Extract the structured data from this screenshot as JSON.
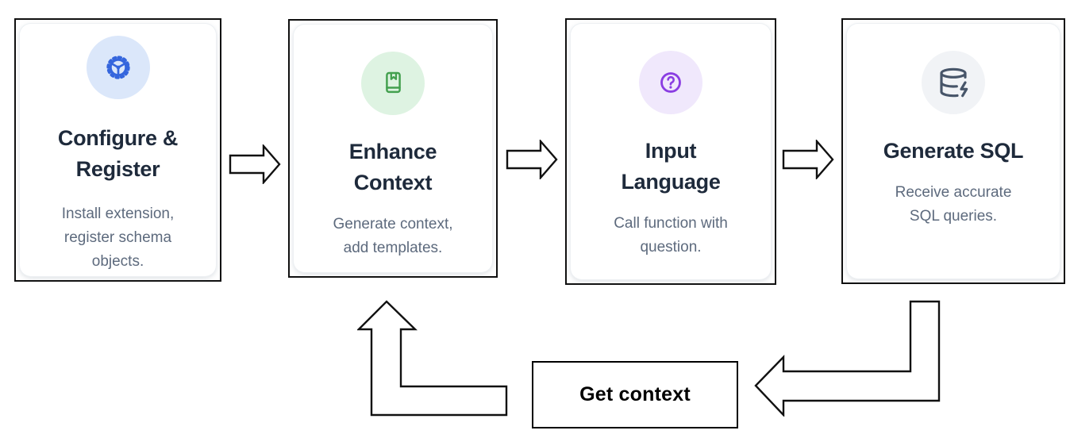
{
  "diagram": {
    "type": "flow",
    "loop_label": "Get context",
    "steps": [
      {
        "title": "Configure & Register",
        "title_lines": [
          "Configure &",
          "Register"
        ],
        "description": "Install extension, register schema objects.",
        "desc_lines": [
          "Install extension,",
          "register schema",
          "objects."
        ],
        "icon": "gear-icon",
        "accent": "#3566dd",
        "accent_bg": "#dbe7fa"
      },
      {
        "title": "Enhance Context",
        "title_lines": [
          "Enhance",
          "Context"
        ],
        "description": "Generate context, add templates.",
        "desc_lines": [
          "Generate context,",
          "add templates."
        ],
        "icon": "book-icon",
        "accent": "#43a04f",
        "accent_bg": "#def3e2"
      },
      {
        "title": "Input Language",
        "title_lines": [
          "Input",
          "Language"
        ],
        "description": "Call function with question.",
        "desc_lines": [
          "Call function with",
          "question."
        ],
        "icon": "question-icon",
        "accent": "#8a3de2",
        "accent_bg": "#f0e8fc"
      },
      {
        "title": "Generate SQL",
        "title_lines": [
          "Generate SQL"
        ],
        "description": "Receive accurate SQL queries.",
        "desc_lines": [
          "Receive accurate",
          "SQL queries."
        ],
        "icon": "database-zap-icon",
        "accent": "#475569",
        "accent_bg": "#f1f3f6"
      }
    ],
    "colors": {
      "card_border": "#101010",
      "title_text": "#1e2a3b",
      "body_text": "#5d6a7d",
      "arrow_outline": "#111111"
    }
  }
}
